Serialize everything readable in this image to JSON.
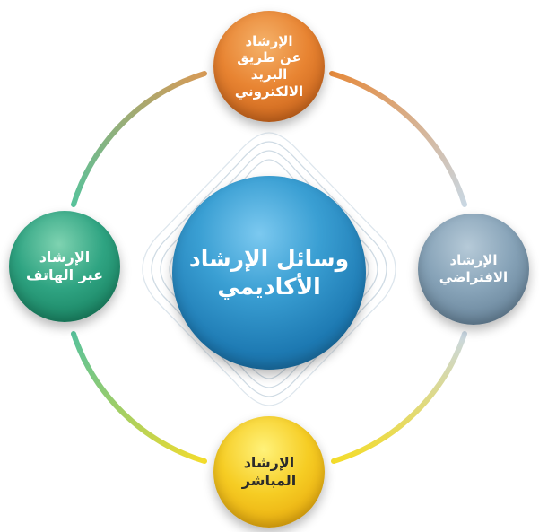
{
  "diagram": {
    "center": {
      "lines": [
        "وسائل الإرشاد",
        "الأكاديمي"
      ]
    },
    "nodes": {
      "top": {
        "lines": [
          "الإرشاد",
          "عن طريق",
          "البريد",
          "الالكتروني"
        ]
      },
      "right": {
        "lines": [
          "الإرشاد",
          "الافتراضي"
        ]
      },
      "bottom": {
        "lines": [
          "الإرشاد",
          "المباشر"
        ]
      },
      "left": {
        "lines": [
          "الإرشاد",
          "عبر الهاتف"
        ]
      }
    }
  },
  "colors": {
    "center": "#2a8cc4",
    "top": "#e07a2c",
    "right": "#7a96ab",
    "bottom": "#f2c21c",
    "left": "#239674",
    "ring_decor": "#c7d4de"
  }
}
